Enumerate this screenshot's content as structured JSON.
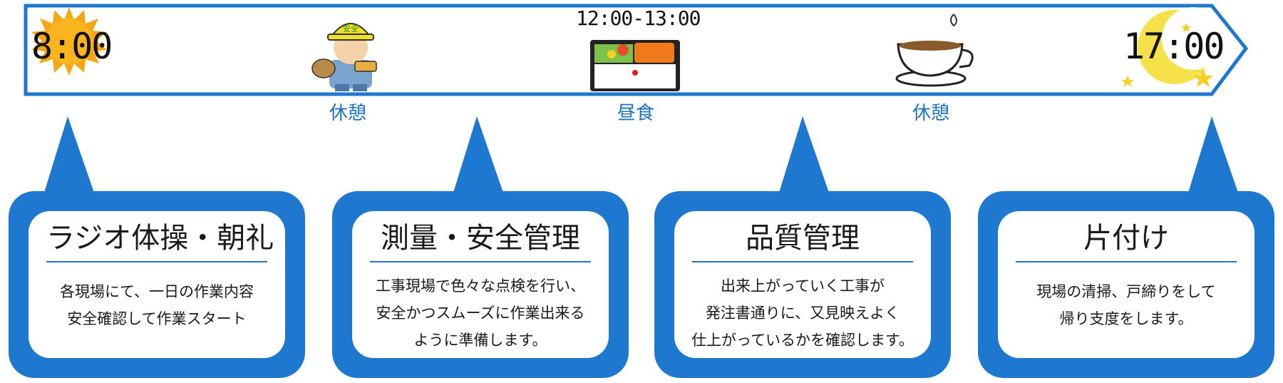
{
  "timeline": {
    "start_time": "8:00",
    "end_time": "17:00",
    "lunch_time": "12:00-13:00",
    "break_labels": [
      "休憩",
      "昼食",
      "休憩"
    ],
    "colors": {
      "arrow": "#1e78cf",
      "label": "#1a72c9",
      "card": "#1e78cf"
    }
  },
  "cards": [
    {
      "title": "ラジオ体操・朝礼",
      "description": "各現場にて、一日の作業内容\n安全確認して作業スタート"
    },
    {
      "title": "測量・安全管理",
      "description": "工事現場で色々な点検を行い、\n安全かつスムーズに作業出来る\nように準備します。"
    },
    {
      "title": "品質管理",
      "description": "出来上がっていく工事が\n発注書通りに、又見映えよく\n仕上がっているかを確認します。"
    },
    {
      "title": "片付け",
      "description": "現場の清掃、戸締りをして\n帰り支度をします。"
    }
  ],
  "icons": [
    "sun-icon",
    "worker-icon",
    "bento-icon",
    "coffee-icon",
    "moon-icon"
  ],
  "helmet_text": "安全"
}
